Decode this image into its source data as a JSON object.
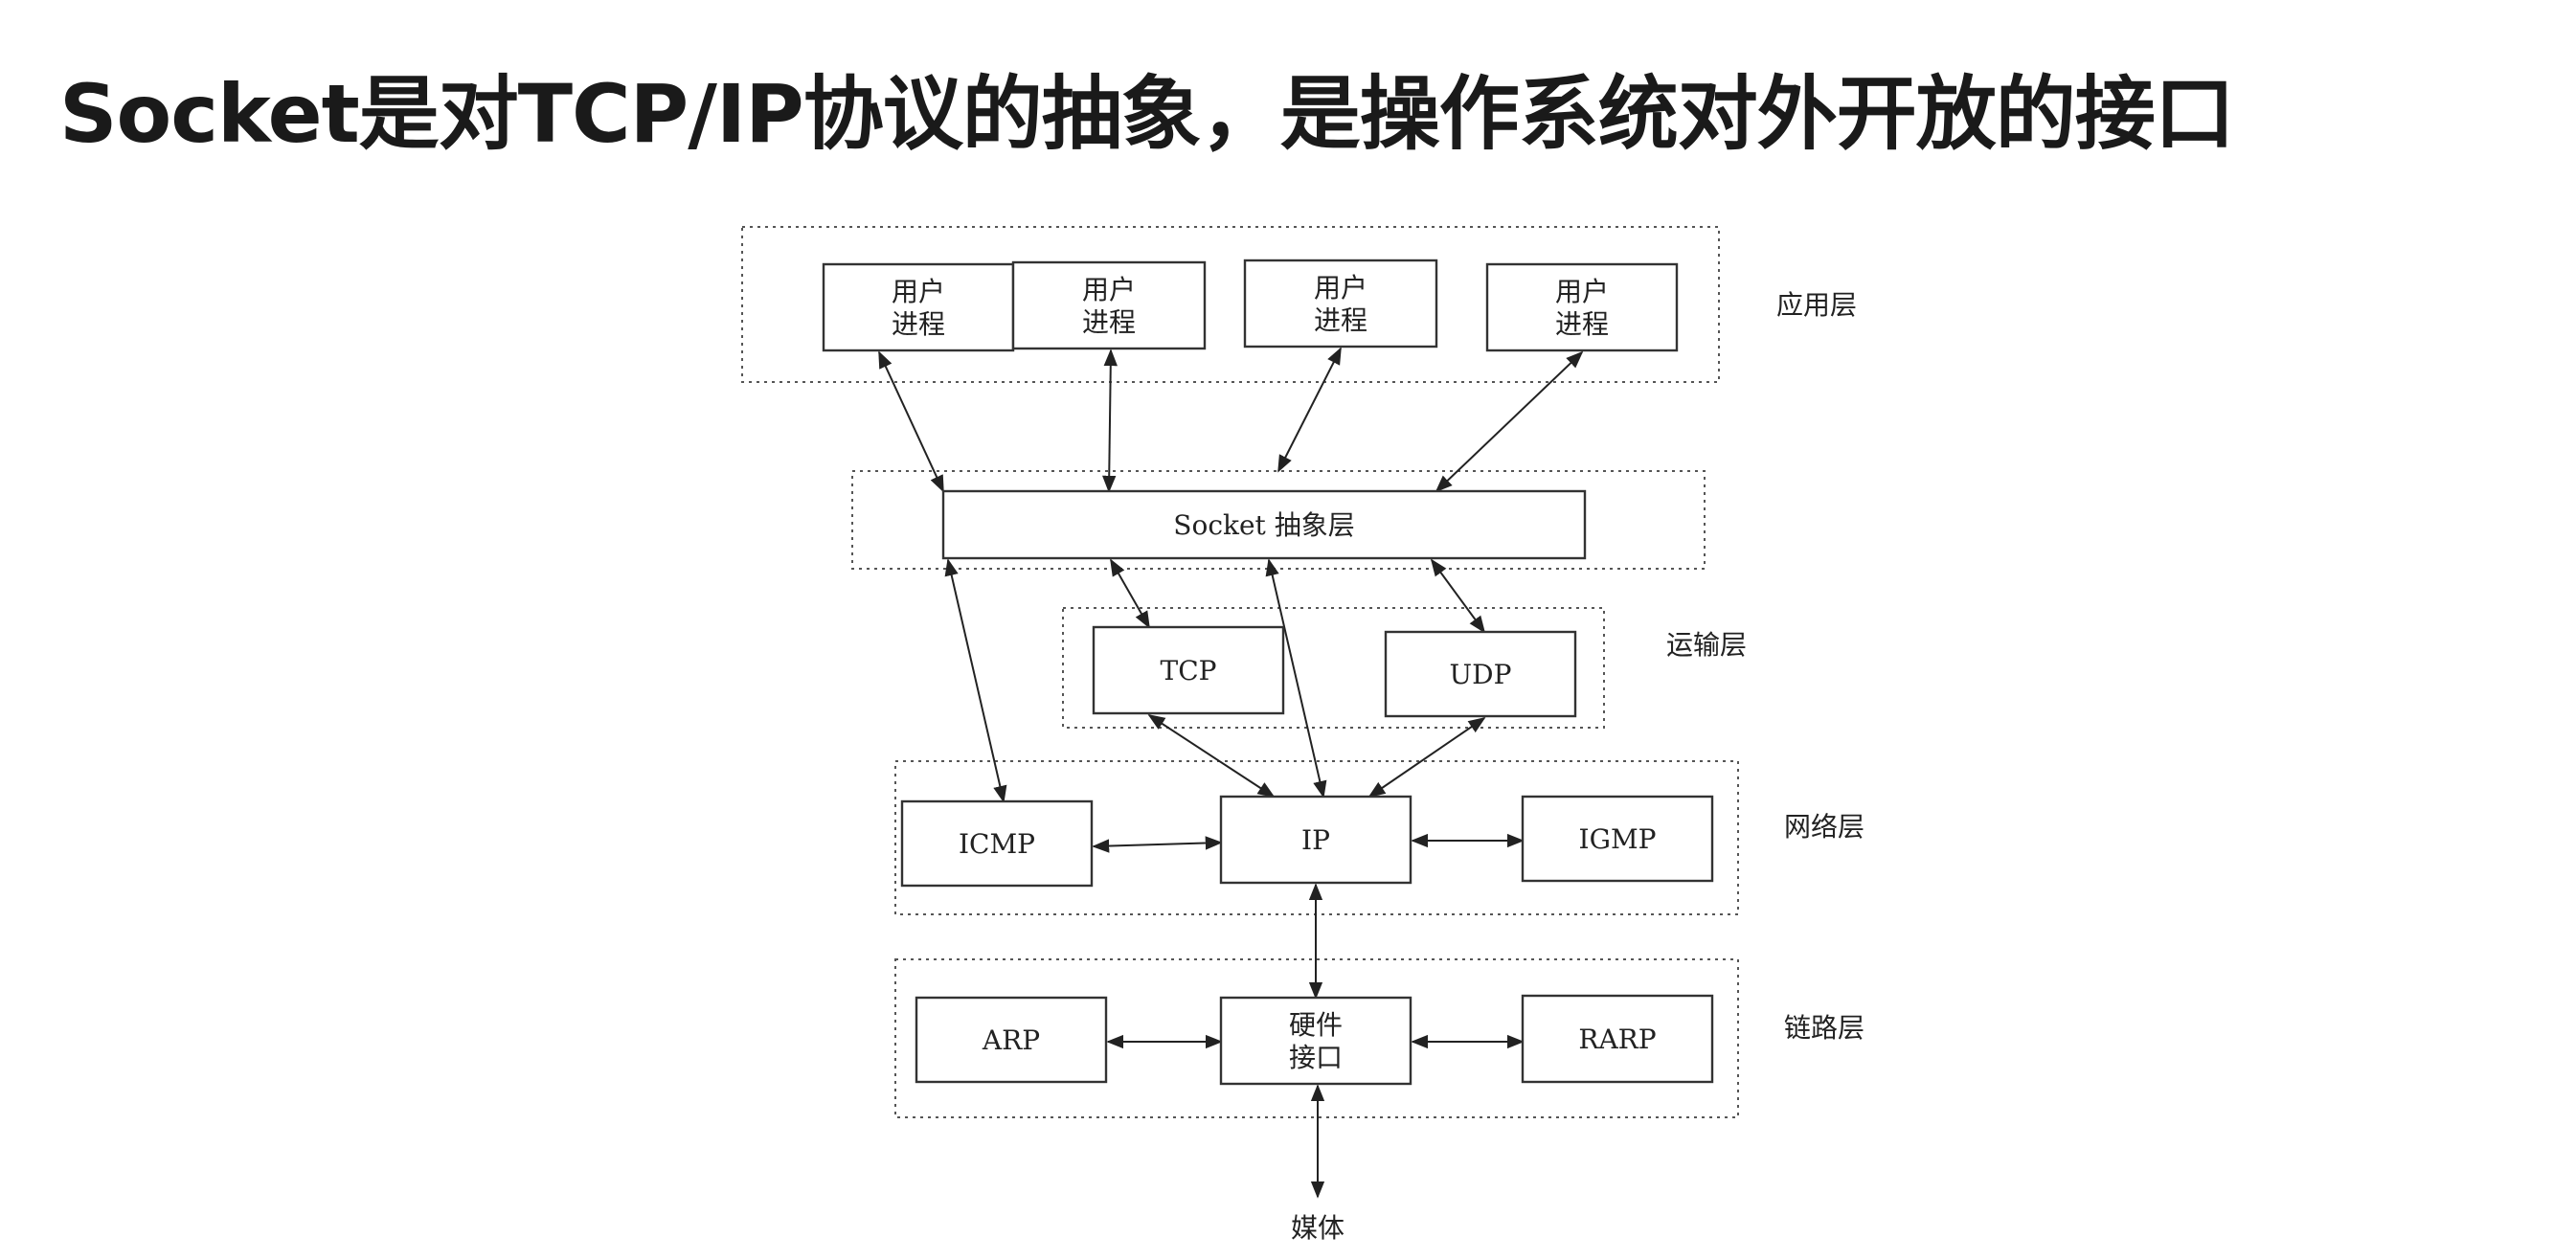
{
  "title": "Socket是对TCP/IP协议的抽象，是操作系统对外开放的接口",
  "layers": {
    "application": "应用层",
    "transport": "运输层",
    "network": "网络层",
    "link": "链路层"
  },
  "nodes": {
    "user_process_1": "用户\n进程",
    "user_process_2": "用户\n进程",
    "user_process_3": "用户\n进程",
    "user_process_4": "用户\n进程",
    "socket": "Socket 抽象层",
    "tcp": "TCP",
    "udp": "UDP",
    "icmp": "ICMP",
    "ip": "IP",
    "igmp": "IGMP",
    "arp": "ARP",
    "hardware": "硬件\n接口",
    "rarp": "RARP",
    "media": "媒体"
  },
  "edges": [
    [
      "user_process_1",
      "socket"
    ],
    [
      "user_process_2",
      "socket"
    ],
    [
      "user_process_3",
      "socket"
    ],
    [
      "user_process_4",
      "socket"
    ],
    [
      "socket",
      "tcp"
    ],
    [
      "socket",
      "udp"
    ],
    [
      "socket",
      "icmp"
    ],
    [
      "socket",
      "ip"
    ],
    [
      "tcp",
      "ip"
    ],
    [
      "udp",
      "ip"
    ],
    [
      "icmp",
      "ip"
    ],
    [
      "ip",
      "igmp"
    ],
    [
      "ip",
      "hardware"
    ],
    [
      "arp",
      "hardware"
    ],
    [
      "hardware",
      "rarp"
    ],
    [
      "hardware",
      "media"
    ]
  ]
}
